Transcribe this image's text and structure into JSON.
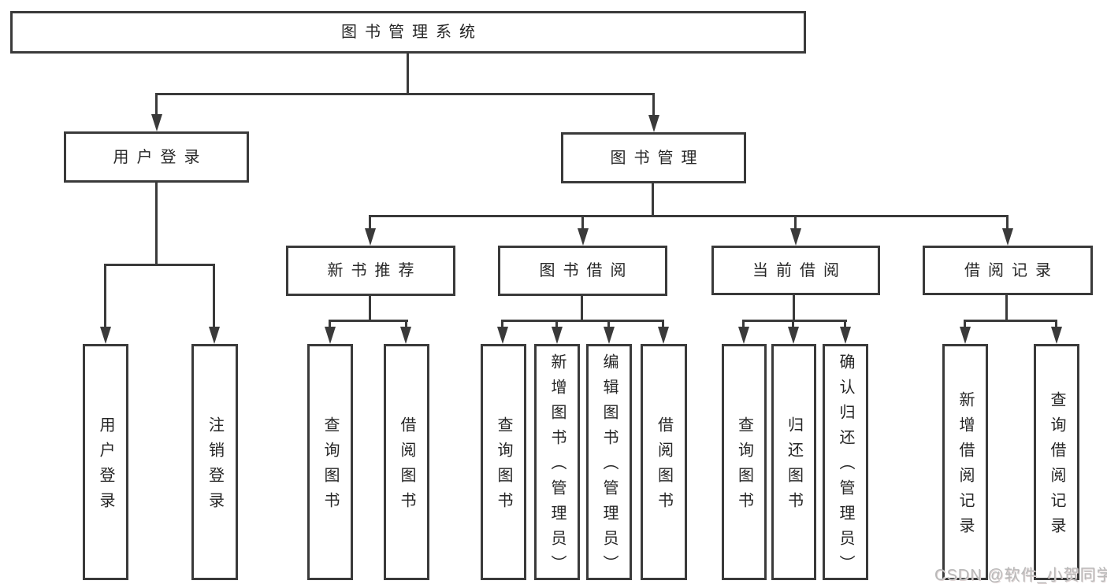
{
  "nodes": {
    "root": {
      "label": "图书管理系统"
    },
    "user_login": {
      "label": "用户登录"
    },
    "book_mgmt": {
      "label": "图书管理"
    },
    "new_book_rec": {
      "label": "新书推荐"
    },
    "book_borrow": {
      "label": "图书借阅"
    },
    "current_borrow": {
      "label": "当前借阅"
    },
    "borrow_records": {
      "label": "借阅记录"
    },
    "leaf_user_login": {
      "label": "用户登录"
    },
    "leaf_logout": {
      "label": "注销登录"
    },
    "leaf_nbr_query_books": {
      "label": "查询图书"
    },
    "leaf_nbr_borrow_books": {
      "label": "借阅图书"
    },
    "leaf_bb_query_books": {
      "label": "查询图书"
    },
    "leaf_bb_add_books": {
      "label": "新增图书（管理员）"
    },
    "leaf_bb_edit_books": {
      "label": "编辑图书（管理员）"
    },
    "leaf_bb_borrow_books": {
      "label": "借阅图书"
    },
    "leaf_cb_query_books": {
      "label": "查询图书"
    },
    "leaf_cb_return_books": {
      "label": "归还图书"
    },
    "leaf_cb_confirm_return": {
      "label": "确认归还（管理员）"
    },
    "leaf_br_add_record": {
      "label": "新增借阅记录"
    },
    "leaf_br_query_record": {
      "label": "查询借阅记录"
    }
  },
  "hierarchy": {
    "图书管理系统": {
      "用户登录": [
        "用户登录",
        "注销登录"
      ],
      "图书管理": {
        "新书推荐": [
          "查询图书",
          "借阅图书"
        ],
        "图书借阅": [
          "查询图书",
          "新增图书（管理员）",
          "编辑图书（管理员）",
          "借阅图书"
        ],
        "当前借阅": [
          "查询图书",
          "归还图书",
          "确认归还（管理员）"
        ],
        "借阅记录": [
          "新增借阅记录",
          "查询借阅记录"
        ]
      }
    }
  },
  "watermark": {
    "text": "CSDN @软件_小贺同学"
  },
  "colors": {
    "line": "#3a3a3a",
    "text": "#262626",
    "watermark": "#b9b9b9",
    "background": "#ffffff"
  }
}
